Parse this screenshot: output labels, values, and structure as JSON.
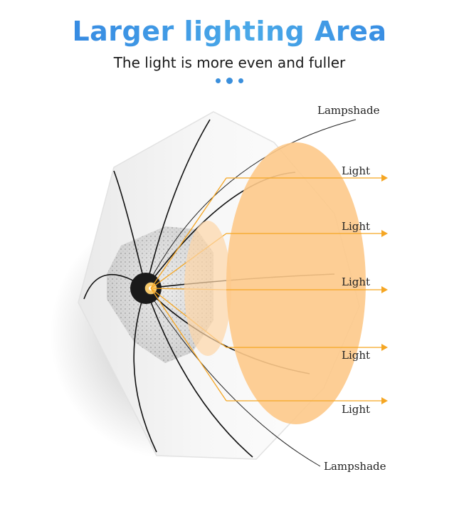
{
  "header": {
    "title": "Larger lighting Area",
    "subtitle": "The light is more even and fuller"
  },
  "labels": {
    "lampshade_top": "Lampshade",
    "lampshade_bottom": "Lampshade",
    "light_1": "Light",
    "light_2": "Light",
    "light_3": "Light",
    "light_4": "Light",
    "light_5": "Light"
  },
  "colors": {
    "title_blue": "#3a8fdc",
    "light_orange": "#f5a623",
    "glow_peach": "#fdc98a"
  }
}
